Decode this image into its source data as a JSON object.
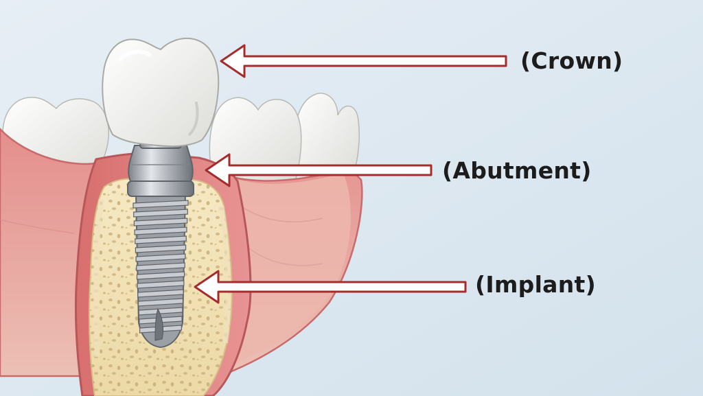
{
  "labels": {
    "crown": "(Crown)",
    "abutment": "(Abutment)",
    "implant": "(Implant)"
  },
  "colors": {
    "background": "#dfe9f1",
    "gum": "#eaa4a2",
    "gum_edge": "#c96a6a",
    "bone": "#f1e2b8",
    "bone_pore": "#c9ad77",
    "tooth": "#f7f7f5",
    "metal": "#a7abb1",
    "arrow_fill": "#ffffff",
    "arrow_stroke": "#a32c2c",
    "label_text": "#1c1c1c"
  }
}
